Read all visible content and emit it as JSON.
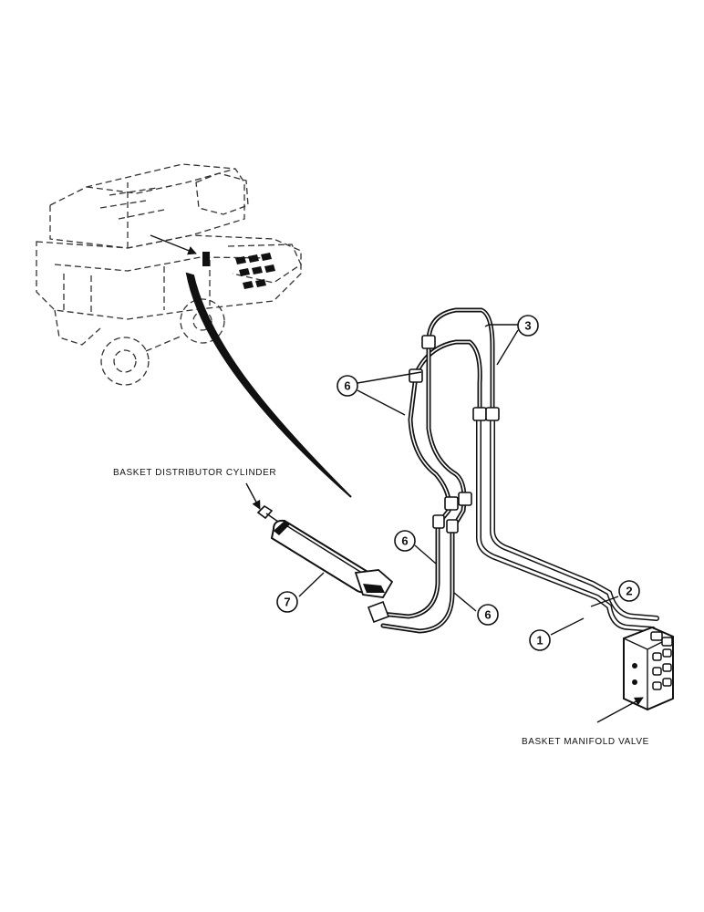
{
  "labels": {
    "cylinder": "BASKET DISTRIBUTOR CYLINDER",
    "manifold": "BASKET MANIFOLD VALVE"
  },
  "callouts": {
    "c1": "1",
    "c2": "2",
    "c3": "3",
    "c6a": "6",
    "c6b": "6",
    "c6c": "6",
    "c7": "7"
  },
  "colors": {
    "ink": "#111111",
    "background": "#ffffff"
  }
}
